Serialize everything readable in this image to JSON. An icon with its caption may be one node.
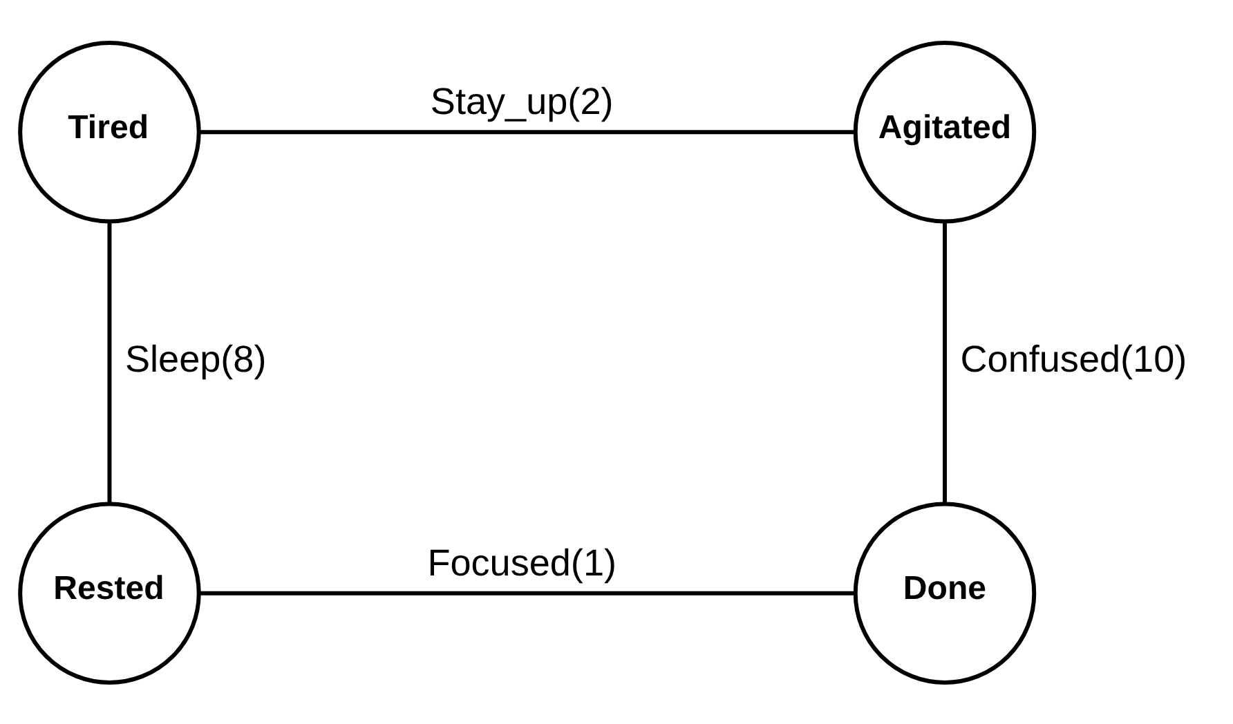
{
  "diagram": {
    "nodes": [
      {
        "text": [
          "Tired"
        ]
      },
      {
        "text": [
          "Agitated"
        ]
      },
      {
        "text": [
          "Rested"
        ]
      },
      {
        "text": [
          "Done"
        ]
      }
    ],
    "edges": [
      {
        "from": 0,
        "to": 1,
        "arrow": "none",
        "label": "Stay_up(2)"
      },
      {
        "from": 0,
        "to": 2,
        "arrow": "none",
        "label": "Sleep(8)"
      },
      {
        "from": 2,
        "to": 3,
        "arrow": "none",
        "label": "Focused(1)"
      },
      {
        "from": 1,
        "to": 3,
        "arrow": "none",
        "label": "Confused(10)"
      }
    ]
  }
}
